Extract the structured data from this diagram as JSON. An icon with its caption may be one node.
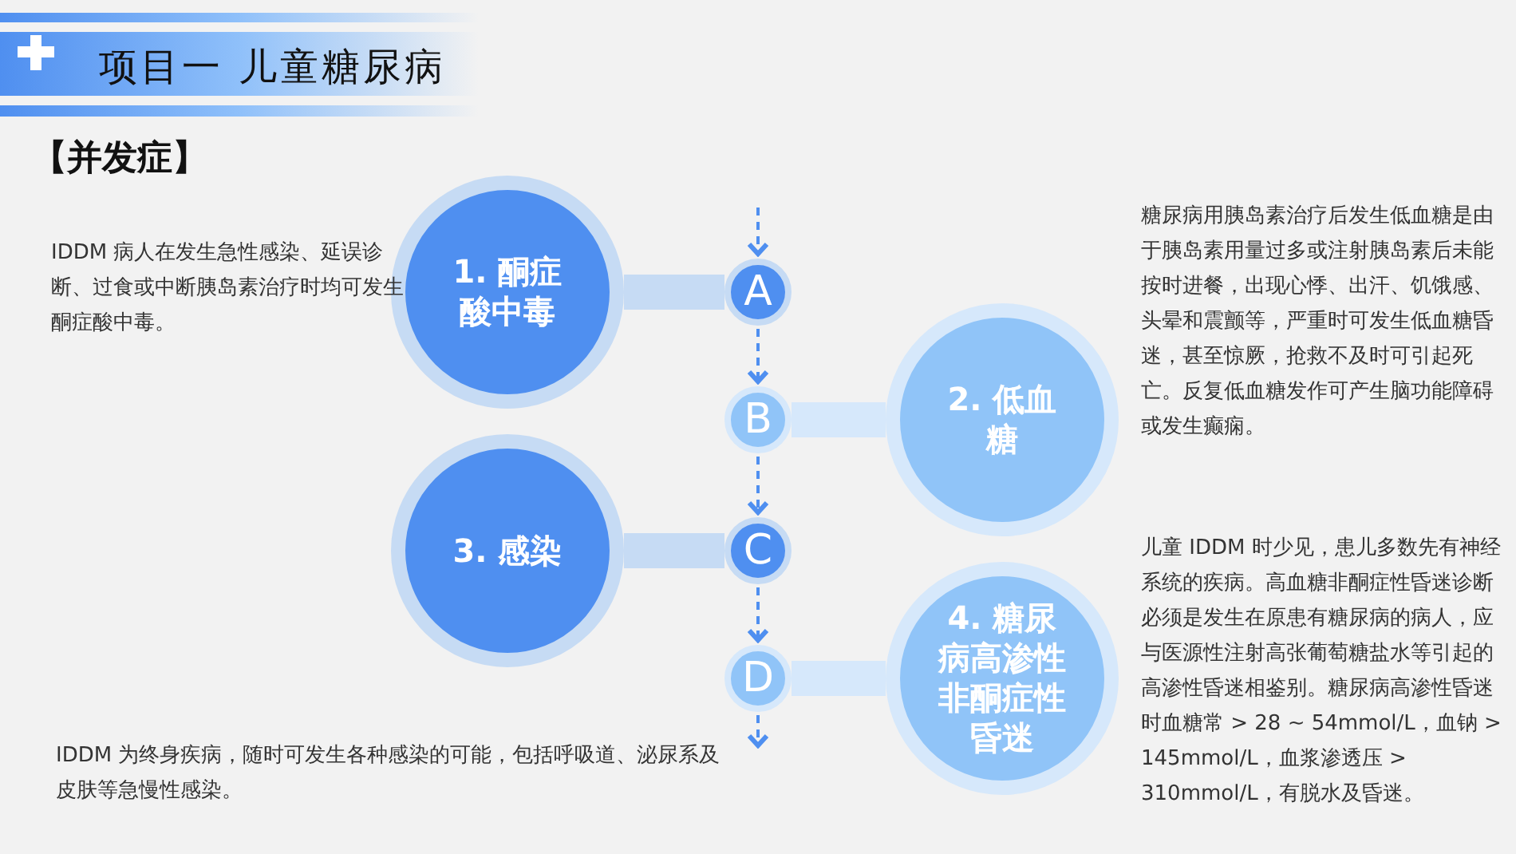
{
  "diagram": {
    "title": "项目一 儿童糖尿病",
    "nodes": [
      {
        "text": [
          "1. 酮症酸中毒"
        ],
        "beside": [
          "IDDM 病人在发生急性感染、延误诊断、过食或中断胰岛素治疗时均可发生酮症酸中毒。"
        ]
      },
      {
        "text": [
          "A"
        ]
      },
      {
        "text": [
          "B"
        ]
      },
      {
        "text": [
          "2. 低血糖"
        ],
        "beside": [
          "糖尿病用胰岛素治疗后发生低血糖是由于胰岛素用量过多或注射胰岛素后未能按时进餐，出现心悸、出汗、饥饿感、头晕和震颤等，严重时可发生低血糖昏迷，甚至惊厥，抢救不及时可引起死亡。反复低血糖发作可产生脑功能障碍或发生癫痫。"
        ]
      },
      {
        "text": [
          "3. 感染"
        ]
      },
      {
        "text": [
          "C"
        ]
      },
      {
        "text": [
          "D"
        ]
      },
      {
        "text": [
          "4. 糖尿病高渗性非酮症性昏迷"
        ],
        "beside": [
          "儿童 IDDM 时少见，患儿多数先有神经系统的疾病。高血糖非酮症性昏迷诊断必须是发生在原患有糖尿病的病人，应与医源性注射高张葡萄糖盐水等引起的高渗性昏迷相鉴别。糖尿病高渗性昏迷时血糖常 > 28 ~ 54mmol/L，血钠 > 145mmol/L，血浆渗透压 > 310mmol/L，有脱水及昏迷。"
        ]
      }
    ],
    "edges": [
      {
        "from": 0,
        "to": 1,
        "arrow": "none",
        "style": "thick",
        "color": "#c6dbf4"
      },
      {
        "from": 3,
        "to": 2,
        "arrow": "none",
        "style": "thick",
        "color": "#d6e8fb"
      },
      {
        "from": 4,
        "to": 5,
        "arrow": "none",
        "style": "thick",
        "color": "#c6dbf4"
      },
      {
        "from": 7,
        "to": 6,
        "arrow": "none",
        "style": "thick",
        "color": "#d6e8fb"
      },
      {
        "from": null,
        "to": 1,
        "arrow": "to",
        "style": "dashed"
      },
      {
        "from": 1,
        "to": 2,
        "arrow": "to",
        "style": "dashed"
      },
      {
        "from": 2,
        "to": 5,
        "arrow": "to",
        "style": "dashed"
      },
      {
        "from": 5,
        "to": 6,
        "arrow": "to",
        "style": "dashed"
      },
      {
        "from": 6,
        "to": null,
        "arrow": "to",
        "style": "dashed"
      }
    ],
    "labels": [
      "【并发症】",
      "IDDM 为终身疾病，随时可发生各种感染的可能，包括呼吸道、泌尿系及皮肤等急慢性感染。"
    ]
  }
}
